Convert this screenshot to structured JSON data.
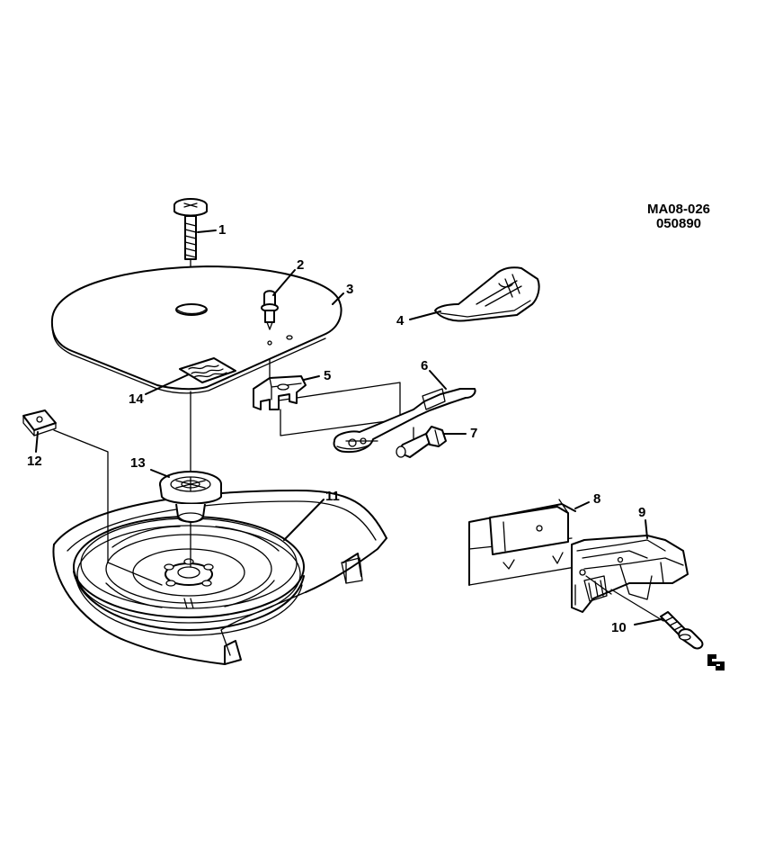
{
  "drawing_code": {
    "line1": "MA08-026",
    "line2": "050890"
  },
  "callouts": [
    {
      "id": "1",
      "label": "1"
    },
    {
      "id": "2",
      "label": "2"
    },
    {
      "id": "3",
      "label": "3"
    },
    {
      "id": "4",
      "label": "4"
    },
    {
      "id": "5",
      "label": "5"
    },
    {
      "id": "6",
      "label": "6"
    },
    {
      "id": "7",
      "label": "7"
    },
    {
      "id": "8",
      "label": "8"
    },
    {
      "id": "9",
      "label": "9"
    },
    {
      "id": "10",
      "label": "10"
    },
    {
      "id": "11",
      "label": "11"
    },
    {
      "id": "12",
      "label": "12"
    },
    {
      "id": "13",
      "label": "13"
    },
    {
      "id": "14",
      "label": "14"
    }
  ],
  "icons": {
    "brand_mark": "gm-service-mark-icon"
  },
  "colors": {
    "ink": "#000000",
    "paper": "#ffffff"
  }
}
